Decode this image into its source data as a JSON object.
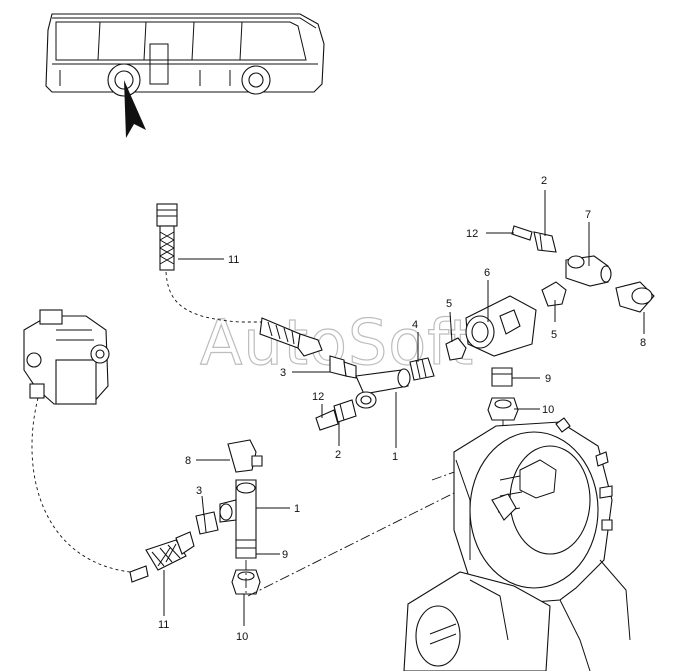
{
  "watermark": "AutoSoft",
  "callouts": [
    {
      "id": "c-2-top",
      "text": "2"
    },
    {
      "id": "c-7",
      "text": "7"
    },
    {
      "id": "c-12-top",
      "text": "12"
    },
    {
      "id": "c-6",
      "text": "6"
    },
    {
      "id": "c-11-top",
      "text": "11"
    },
    {
      "id": "c-5-a",
      "text": "5"
    },
    {
      "id": "c-5-b",
      "text": "5"
    },
    {
      "id": "c-4",
      "text": "4"
    },
    {
      "id": "c-8-right",
      "text": "8"
    },
    {
      "id": "c-3-mid",
      "text": "3"
    },
    {
      "id": "c-9-mid",
      "text": "9"
    },
    {
      "id": "c-12-mid",
      "text": "12"
    },
    {
      "id": "c-10-mid",
      "text": "10"
    },
    {
      "id": "c-2-mid",
      "text": "2"
    },
    {
      "id": "c-1-mid",
      "text": "1"
    },
    {
      "id": "c-8-left",
      "text": "8"
    },
    {
      "id": "c-3-low",
      "text": "3"
    },
    {
      "id": "c-1-low",
      "text": "1"
    },
    {
      "id": "c-9-low",
      "text": "9"
    },
    {
      "id": "c-11-low",
      "text": "11"
    },
    {
      "id": "c-10-low",
      "text": "10"
    }
  ]
}
